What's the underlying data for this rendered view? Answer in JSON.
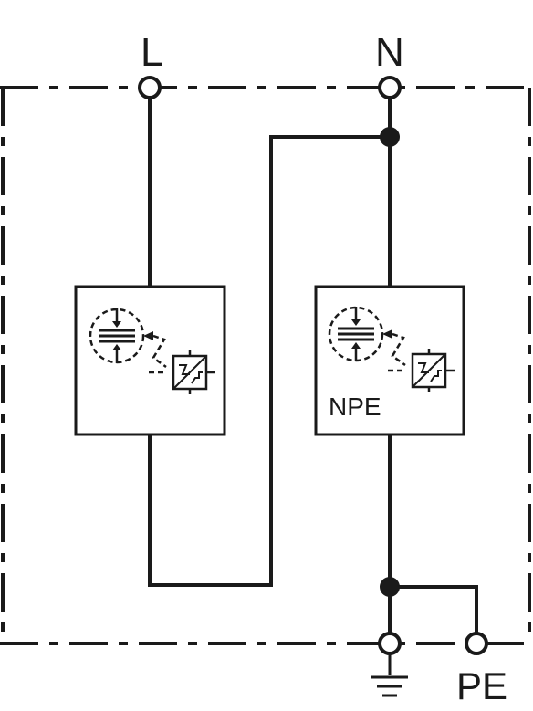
{
  "diagram": {
    "colors": {
      "ink": "#1a1a1a",
      "background": "#ffffff"
    },
    "terminals": {
      "L": "L",
      "N": "N",
      "PE": "PE"
    },
    "module_right_label": "NPE",
    "icons": {
      "earth": "earth-ground-icon",
      "arrester": "surge-arrester-icon",
      "disconnector": "thermal-disconnector-icon"
    }
  }
}
